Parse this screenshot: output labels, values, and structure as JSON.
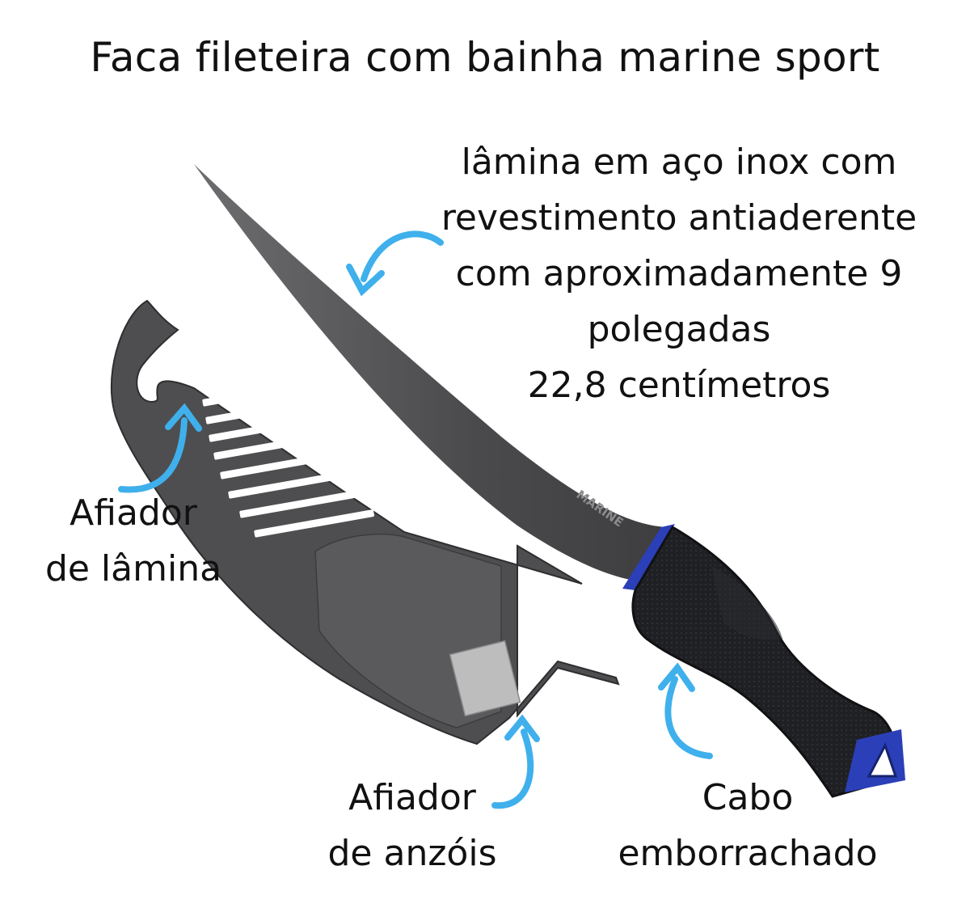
{
  "title": "Faca fileteira com bainha marine sport",
  "blade_description": {
    "lines": [
      "lâmina em aço inox com",
      "revestimento antiaderente",
      "com aproximadamente 9",
      "polegadas",
      "22,8 centímetros"
    ]
  },
  "labels": {
    "blade_sharpener": [
      "Afiador",
      "de lâmina"
    ],
    "hook_sharpener": [
      "Afiador",
      "de anzóis"
    ],
    "handle": [
      "Cabo",
      "emborrachado"
    ]
  },
  "blade_brand": "MARINE",
  "colors": {
    "arrow": "#3fb0ec",
    "accent_blue": "#2b3fb8",
    "blade": "#4a4a4c",
    "handle": "#1e1f22",
    "sheath": "#4c4c4e"
  },
  "icons": [
    "curved-arrow-icon"
  ]
}
